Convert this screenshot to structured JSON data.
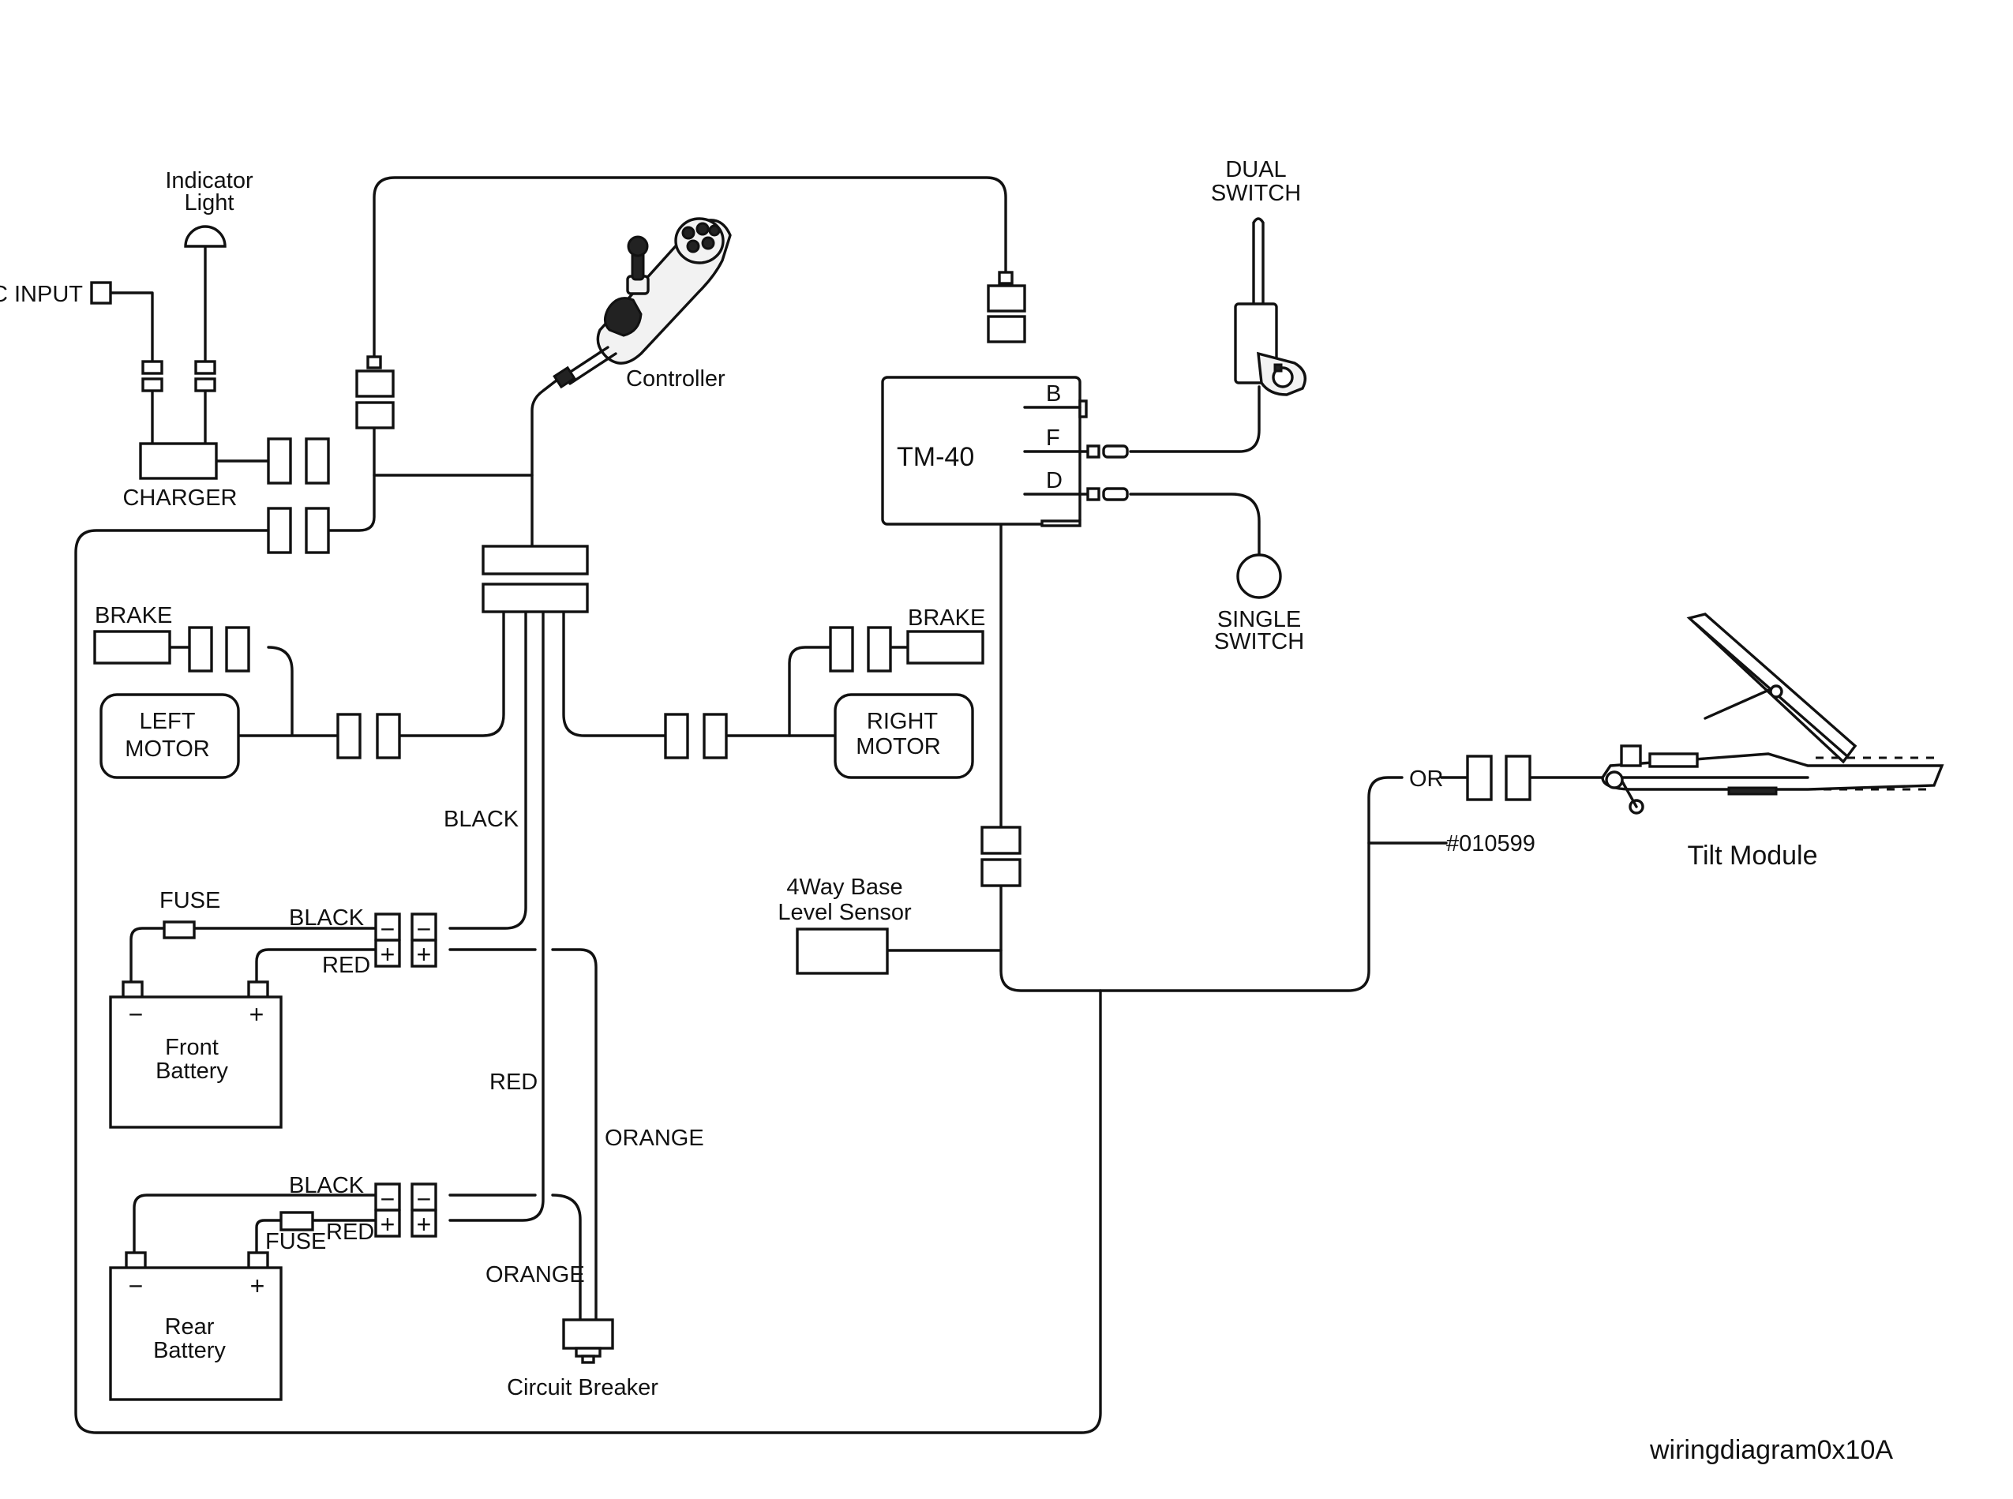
{
  "labels": {
    "dc_input": "C INPUT",
    "indicator_light_1": "Indicator",
    "indicator_light_2": "Light",
    "charger": "CHARGER",
    "controller": "Controller",
    "tm40": "TM-40",
    "port_b": "B",
    "port_f": "F",
    "port_d": "D",
    "dual_switch_1": "DUAL",
    "dual_switch_2": "SWITCH",
    "single_switch_1": "SINGLE",
    "single_switch_2": "SWITCH",
    "brake_left": "BRAKE",
    "brake_right": "BRAKE",
    "left_motor_1": "LEFT",
    "left_motor_2": "MOTOR",
    "right_motor_1": "RIGHT",
    "right_motor_2": "MOTOR",
    "black_main": "BLACK",
    "fuse_front": "FUSE",
    "black_front": "BLACK",
    "red_front": "RED",
    "front_battery_1": "Front",
    "front_battery_2": "Battery",
    "red_main": "RED",
    "orange_main": "ORANGE",
    "black_rear": "BLACK",
    "red_rear": "RED",
    "fuse_rear": "FUSE",
    "orange_rear": "ORANGE",
    "rear_battery_1": "Rear",
    "rear_battery_2": "Battery",
    "circuit_breaker": "Circuit Breaker",
    "level_sensor_1": "4Way Base",
    "level_sensor_2": "Level Sensor",
    "or_label": "OR",
    "part_number": "#010599",
    "tilt_module": "Tilt Module",
    "diagram_id": "wiringdiagram0x10A"
  },
  "terminals": {
    "minus": "−",
    "plus": "+"
  }
}
